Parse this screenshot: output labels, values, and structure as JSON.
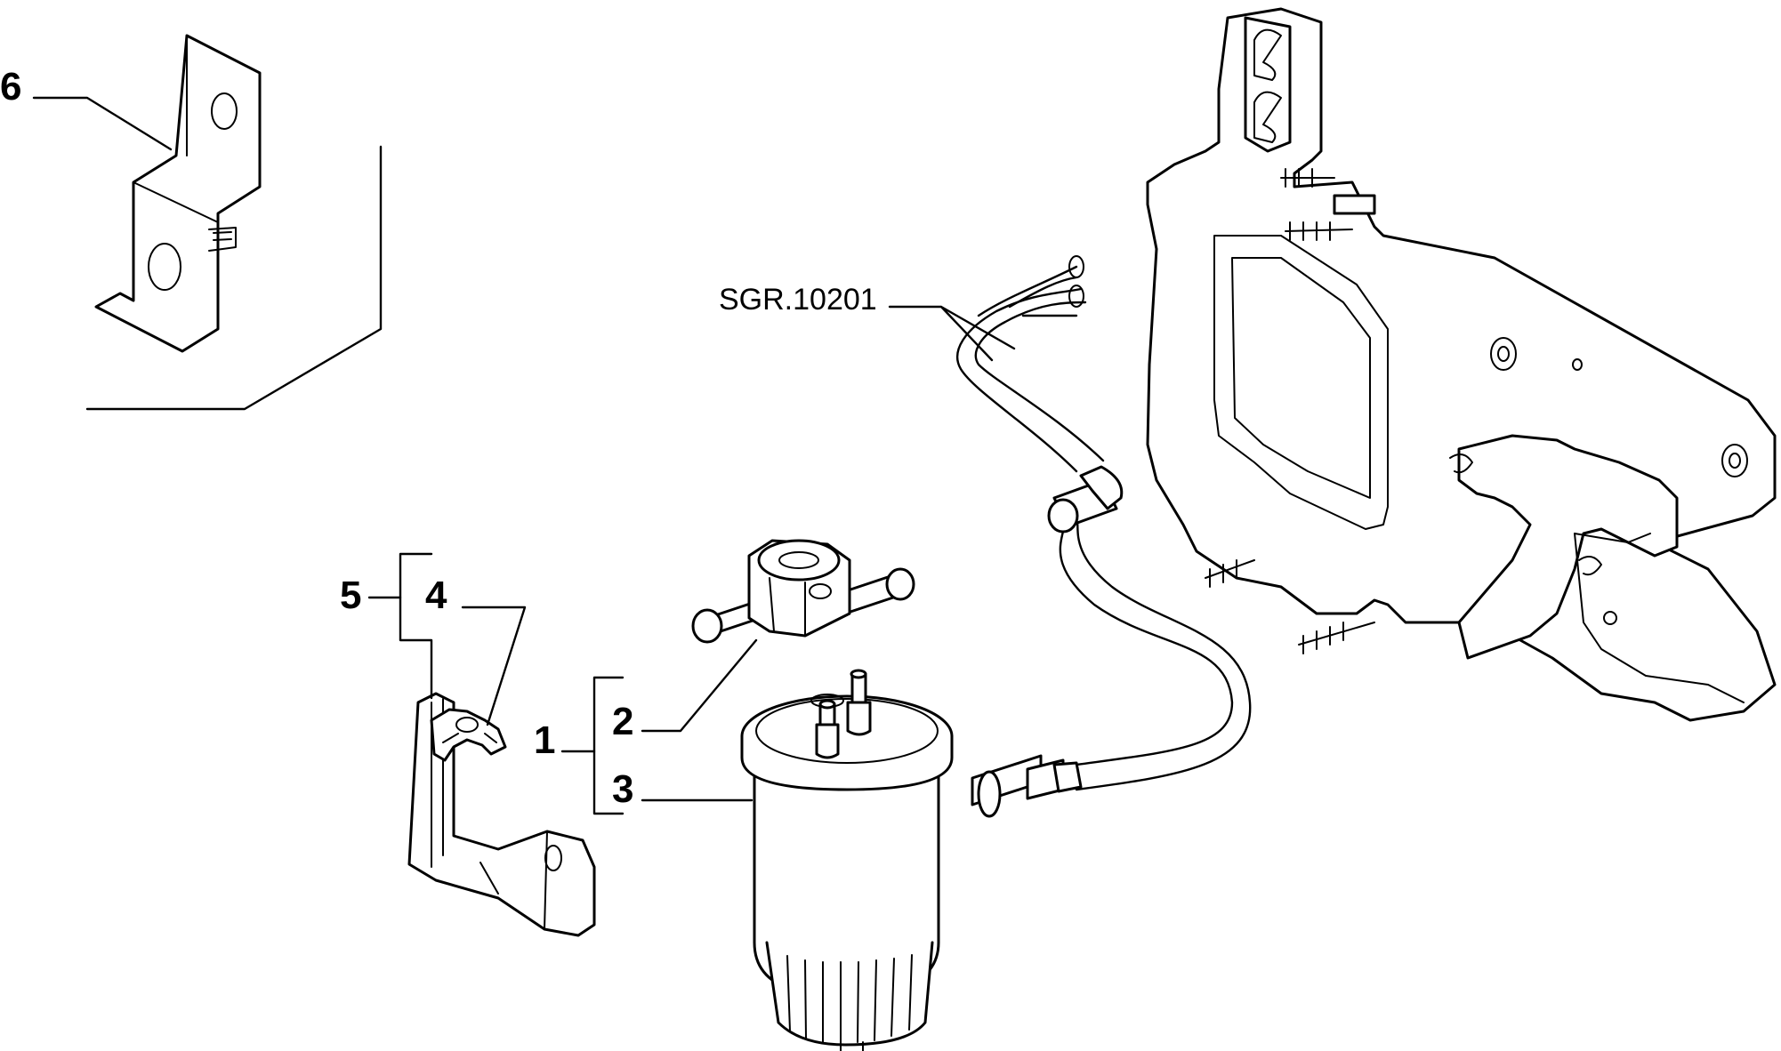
{
  "callouts": {
    "ref_1": "1",
    "ref_2": "2",
    "ref_3": "3",
    "ref_4": "4",
    "ref_5": "5",
    "ref_6": "6"
  },
  "group_ref": "SGR.10201"
}
